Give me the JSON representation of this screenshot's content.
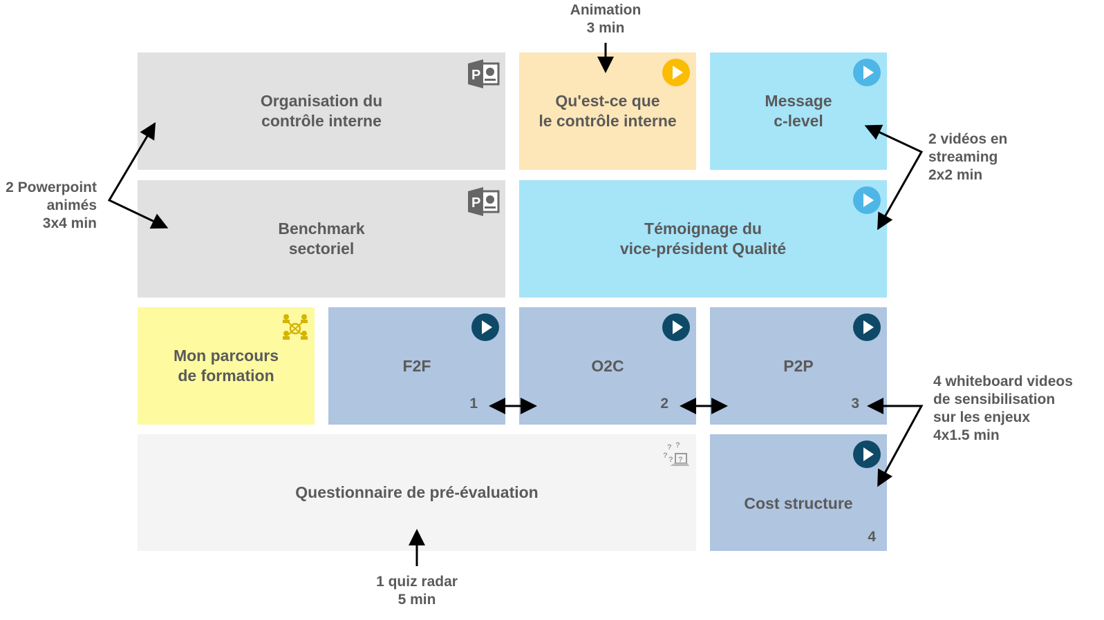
{
  "tiles": {
    "organisation": "Organisation du\ncontrôle interne",
    "quest_ce": "Qu'est-ce que\nle contrôle interne",
    "message": "Message\nc-level",
    "benchmark": "Benchmark\nsectoriel",
    "temoignage": "Témoignage du\nvice-président Qualité",
    "parcours": "Mon parcours\nde formation",
    "f2f": "F2F",
    "o2c": "O2C",
    "p2p": "P2P",
    "questionnaire": "Questionnaire de pré-évaluation",
    "cost": "Cost structure"
  },
  "numbers": {
    "f2f": "1",
    "o2c": "2",
    "p2p": "3",
    "cost": "4"
  },
  "notes": {
    "animation": "Animation\n3 min",
    "powerpoint": "2 Powerpoint\nanimés\n3x4 min",
    "videos": "2 vidéos en\nstreaming\n2x2 min",
    "whiteboard": "4 whiteboard videos\nde sensibilisation\nsur les enjeux\n4x1.5 min",
    "quiz": "1 quiz radar\n5 min"
  },
  "icons": {
    "ppt": "powerpoint-icon",
    "play": "play-icon",
    "network": "network-people-icon",
    "quiz": "question-laptop-icon"
  },
  "colors": {
    "grey": "#e1e1e1",
    "peach": "#fde6b8",
    "sky": "#a6e4f8",
    "yellow": "#fdfaa0",
    "steel": "#afc5e0",
    "play_yellow": "#fbbc04",
    "play_light": "#4db6e6",
    "play_dark": "#0e4a68"
  }
}
